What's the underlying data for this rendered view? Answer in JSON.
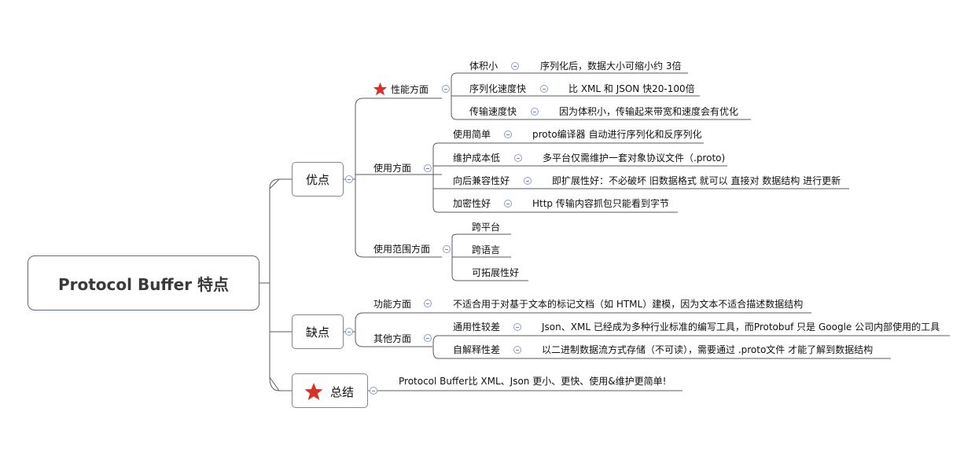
{
  "root": {
    "label": "Protocol Buffer 特点"
  },
  "advantages": {
    "label": "优点",
    "performance": {
      "label": "性能方面",
      "items": [
        {
          "label": "体积小",
          "note": "序列化后，数据大小可缩小约 3倍"
        },
        {
          "label": "序列化速度快",
          "note": "比 XML 和 JSON 快20-100倍"
        },
        {
          "label": "传输速度快",
          "note": "因为体积小，传输起来带宽和速度会有优化"
        }
      ]
    },
    "usage": {
      "label": "使用方面",
      "items": [
        {
          "label": "使用简单",
          "note": "proto编译器 自动进行序列化和反序列化"
        },
        {
          "label": "维护成本低",
          "note": "多平台仅需维护一套对象协议文件（.proto)"
        },
        {
          "label": "向后兼容性好",
          "note": "即扩展性好：不必破坏 旧数据格式 就可以 直接对 数据结构 进行更新"
        },
        {
          "label": "加密性好",
          "note": "Http 传输内容抓包只能看到字节"
        }
      ]
    },
    "scope": {
      "label": "使用范围方面",
      "items": [
        "跨平台",
        "跨语言",
        "可拓展性好"
      ]
    }
  },
  "disadvantages": {
    "label": "缺点",
    "function": {
      "label": "功能方面",
      "note": "不适合用于对基于文本的标记文档（如 HTML）建模，因为文本不适合描述数据结构"
    },
    "other": {
      "label": "其他方面",
      "items": [
        {
          "label": "通用性较差",
          "note": "Json、XML 已经成为多种行业标准的编写工具，而Protobuf 只是 Google 公司内部使用的工具"
        },
        {
          "label": "自解释性差",
          "note": "以二进制数据流方式存储（不可读），需要通过 .proto文件 才能了解到数据结构"
        }
      ]
    }
  },
  "summary": {
    "label": "总结",
    "note": "Protocol Buffer比 XML、Json  更小、更快、使用&维护更简单!"
  },
  "colors": {
    "line": "#5b5b5b",
    "box_border": "#808590",
    "root_border": "#5e6b80",
    "star": "#d93028",
    "collapse": "#8aa0c8"
  }
}
